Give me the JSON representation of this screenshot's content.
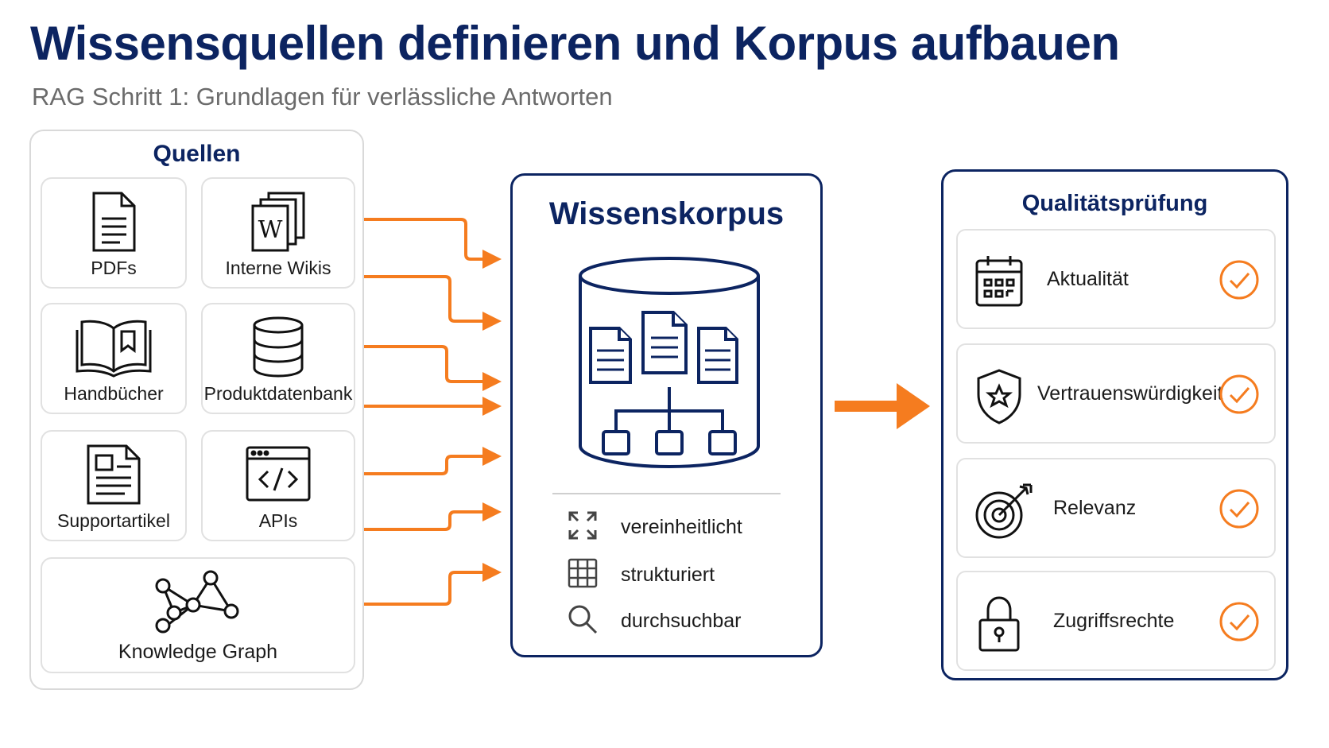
{
  "header": {
    "title": "Wissensquellen definieren und Korpus aufbauen",
    "subtitle": "RAG Schritt 1: Grundlagen für verlässliche Antworten"
  },
  "sources": {
    "heading": "Quellen",
    "items": [
      {
        "label": "PDFs",
        "icon": "pdf-document-icon"
      },
      {
        "label": "Interne Wikis",
        "icon": "wiki-pages-icon"
      },
      {
        "label": "Handbücher",
        "icon": "open-book-icon"
      },
      {
        "label": "Produktdatenbank",
        "icon": "database-icon"
      },
      {
        "label": "Supportartikel",
        "icon": "article-icon"
      },
      {
        "label": "APIs",
        "icon": "code-window-icon"
      },
      {
        "label": "Knowledge Graph",
        "icon": "graph-nodes-icon"
      }
    ]
  },
  "corpus": {
    "heading": "Wissenskorpus",
    "icon": "corpus-cylinder-icon",
    "properties": [
      {
        "label": "vereinheitlicht",
        "icon": "expand-arrows-icon"
      },
      {
        "label": "strukturiert",
        "icon": "grid-icon"
      },
      {
        "label": "durchsuchbar",
        "icon": "magnifier-icon"
      }
    ]
  },
  "quality": {
    "heading": "Qualitätsprüfung",
    "checks": [
      {
        "label": "Aktualität",
        "icon": "calendar-icon",
        "status": "check-icon"
      },
      {
        "label": "Vertrauenswürdigkeit",
        "icon": "shield-star-icon",
        "status": "check-icon"
      },
      {
        "label": "Relevanz",
        "icon": "target-icon",
        "status": "check-icon"
      },
      {
        "label": "Zugriffsrechte",
        "icon": "padlock-icon",
        "status": "check-icon"
      }
    ]
  },
  "colors": {
    "navy": "#0c2461",
    "accent_orange": "#f57c1f",
    "card_border": "#e1e1e1"
  }
}
